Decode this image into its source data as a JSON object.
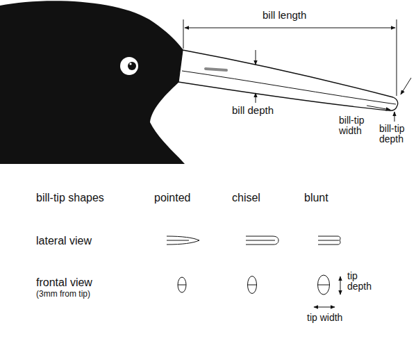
{
  "diagram": {
    "labels": [
      "bill length",
      "bill depth",
      "bill-tip width",
      "bill-tip depth",
      "bill-tip shapes",
      "pointed",
      "chisel",
      "blunt",
      "lateral view",
      "frontal view",
      "(3mm from tip)",
      "tip depth",
      "tip width"
    ]
  }
}
